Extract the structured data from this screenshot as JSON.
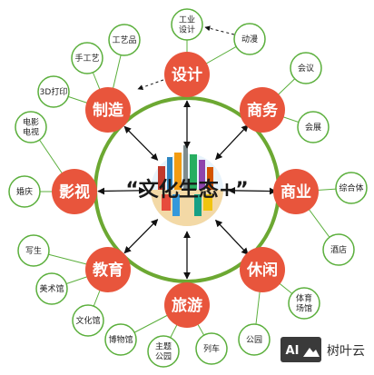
{
  "center_label": "“文化生态+”",
  "colors": {
    "main_node": "#E8553C",
    "sub_node_fill": "#ffffff",
    "sub_node_stroke": "#5BAF3C",
    "ring": "#6CA832",
    "connector": "#5BAF3C",
    "arrow": "#111111"
  },
  "nodes": [
    {
      "label": "设计",
      "subs": [
        {
          "label": "工业\n设计"
        },
        {
          "label": "动漫"
        }
      ]
    },
    {
      "label": "商务",
      "subs": [
        {
          "label": "会议"
        },
        {
          "label": "会展"
        }
      ]
    },
    {
      "label": "商业",
      "subs": [
        {
          "label": "综合体"
        },
        {
          "label": "酒店"
        }
      ]
    },
    {
      "label": "休闲",
      "subs": [
        {
          "label": "体育\n场馆"
        },
        {
          "label": "公园"
        }
      ]
    },
    {
      "label": "旅游",
      "subs": [
        {
          "label": "列车"
        },
        {
          "label": "主题\n公园"
        },
        {
          "label": "博物馆"
        }
      ]
    },
    {
      "label": "教育",
      "subs": [
        {
          "label": "文化馆"
        },
        {
          "label": "美术馆"
        },
        {
          "label": "写生"
        }
      ]
    },
    {
      "label": "影视",
      "subs": [
        {
          "label": "婚庆"
        },
        {
          "label": "电影\n电视"
        }
      ]
    },
    {
      "label": "制造",
      "subs": [
        {
          "label": "3D打印"
        },
        {
          "label": "手工艺"
        },
        {
          "label": "工艺品"
        }
      ]
    }
  ],
  "watermark": {
    "badge": "AI",
    "text": "树叶云"
  }
}
